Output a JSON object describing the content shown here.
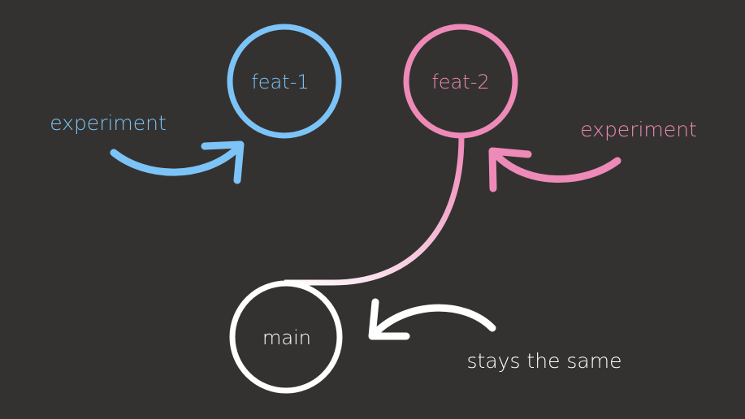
{
  "nodes": {
    "feat1": {
      "label": "feat-1",
      "color": "#7cc4f8"
    },
    "feat2": {
      "label": "feat-2",
      "color": "#ee8ab8"
    },
    "main": {
      "label": "main",
      "color": "#ffffff"
    }
  },
  "annotations": {
    "feat1_note": "experiment",
    "feat2_note": "experiment",
    "main_note": "stays the same"
  },
  "background": "#343230"
}
